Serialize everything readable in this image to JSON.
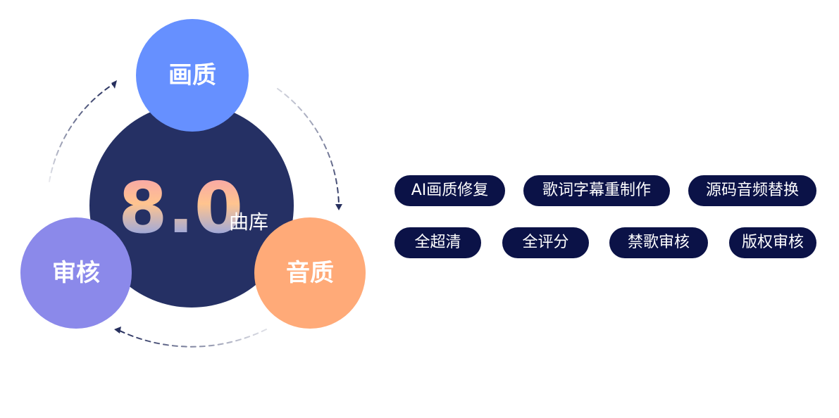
{
  "center": {
    "version": "8.0",
    "label": "曲库"
  },
  "nodes": {
    "top": "画质",
    "right": "音质",
    "left": "审核"
  },
  "tags": {
    "row1": [
      "AI画质修复",
      "歌词字幕重制作",
      "源码音频替换"
    ],
    "row2": [
      "全超清",
      "全评分",
      "禁歌审核",
      "版权审核"
    ]
  },
  "colors": {
    "center_circle": "#253064",
    "huazhi_circle": "#6690ff",
    "yinzhi_circle": "#ffaa78",
    "shenhe_circle": "#8b89ea",
    "tag_background": "#0b1247",
    "version_gradient": [
      "#f59bb0",
      "#ffc48f",
      "#6f9bff"
    ]
  }
}
